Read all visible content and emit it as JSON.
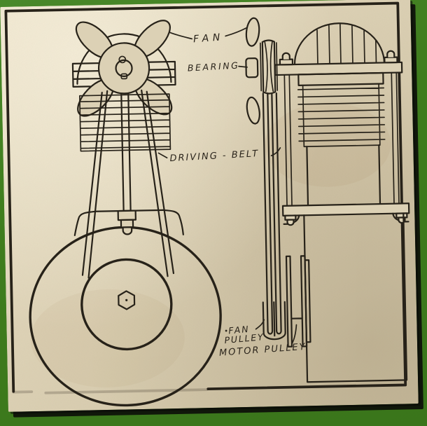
{
  "scene": {
    "colors": {
      "background_green": "#3f7d1d",
      "paper_beige": "#ddd2b6",
      "ink": "#272219"
    }
  },
  "labels": {
    "fan": "FAN",
    "bearing": "BEARING",
    "driving_belt": "DRIVING - BELT",
    "fan_pulley_line1": "FAN",
    "fan_pulley_line2": "PULLEY",
    "motor_pulley": "MOTOR PULLEY"
  }
}
